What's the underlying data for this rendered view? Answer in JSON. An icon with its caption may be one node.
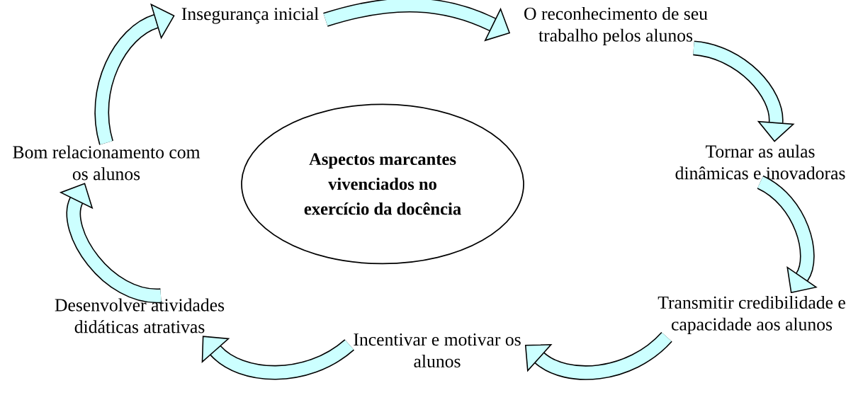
{
  "diagram": {
    "nodes": [
      {
        "text": [
          "Aspectos marcantes vivenciados no exercício da docência"
        ]
      },
      {
        "text": [
          "Insegurança inicial"
        ]
      },
      {
        "text": [
          "O reconhecimento de seu trabalho pelos alunos"
        ]
      },
      {
        "text": [
          "Tornar as aulas dinâmicas e inovadoras"
        ]
      },
      {
        "text": [
          "Transmitir credibilidade e capacidade aos alunos"
        ]
      },
      {
        "text": [
          "Incentivar e motivar os alunos"
        ]
      },
      {
        "text": [
          "Desenvolver atividades didáticas atrativas"
        ]
      },
      {
        "text": [
          "Bom relacionamento com os alunos"
        ]
      }
    ],
    "edges": [
      {
        "from": 1,
        "to": 2,
        "arrow": "to"
      },
      {
        "from": 2,
        "to": 3,
        "arrow": "to"
      },
      {
        "from": 3,
        "to": 4,
        "arrow": "to"
      },
      {
        "from": 4,
        "to": 5,
        "arrow": "to"
      },
      {
        "from": 5,
        "to": 6,
        "arrow": "to"
      },
      {
        "from": 6,
        "to": 7,
        "arrow": "to"
      },
      {
        "from": 7,
        "to": 1,
        "arrow": "to"
      }
    ]
  }
}
